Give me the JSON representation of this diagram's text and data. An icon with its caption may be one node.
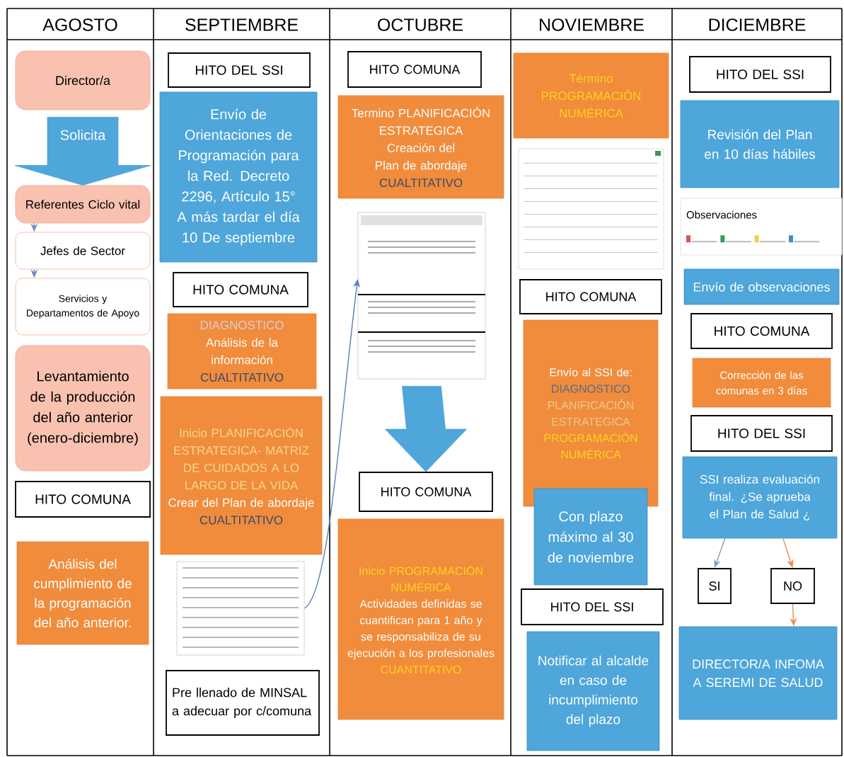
{
  "diagram": {
    "nodes": [
      {
        "text": [
          "Director/a"
        ]
      },
      {
        "text": [
          "Referentes Ciclo vital"
        ]
      },
      {
        "text": [
          "Jefes de Sector"
        ]
      },
      {
        "text": [
          "Servicios y Departamentos de Apoyo"
        ]
      },
      {
        "text": [
          "Levantamiento de la producción del año anterior (enero-diciembre)"
        ]
      },
      {
        "text": [
          "HITO COMUNA"
        ]
      },
      {
        "text": [
          "Análisis del cumplimiento de la programación del año anterior."
        ]
      },
      {
        "text": [
          "HITO DEL SSI"
        ]
      },
      {
        "text": [
          "Envío de Orientaciones de Programación para la Red. Decreto 2296, Artículo 15°",
          "A más tardar el día 10 De septiembre"
        ]
      },
      {
        "text": [
          "HITO COMUNA"
        ]
      },
      {
        "text": [
          "DIAGNOSTICO",
          "Análisis de la información",
          "CUALTITATIVO"
        ]
      },
      {
        "text": [
          "Inicio PLANIFICACIÓN ESTRATEGICA- MATRIZ DE CUIDADOS A LO LARGO DE LA VIDA",
          "Crear del Plan de abordaje",
          "CUALTITATIVO"
        ]
      },
      {
        "text": [],
        "shape": "picture"
      },
      {
        "text": [
          "Pre llenado de MINSAL a adecuar por c/comuna"
        ]
      },
      {
        "text": [
          "HITO COMUNA"
        ]
      },
      {
        "text": [
          "Termino PLANIFICACIÓN ESTRATEGICA",
          "Creación del Plan de abordaje",
          "CUALTITATIVO"
        ]
      },
      {
        "text": [],
        "shape": "picture"
      },
      {
        "text": [
          "HITO COMUNA"
        ]
      },
      {
        "text": [
          "Inicio PROGRAMACIÓN NUMÉRICA",
          "Actividades definidas se cuantifican para 1 año y se responsabiliza de su ejecución a los profesionales",
          "CUANTITATIVO"
        ]
      },
      {
        "text": [
          "Término PROGRAMACIÓN NUMÉRICA"
        ]
      },
      {
        "text": [
          "HITO COMUNA"
        ]
      },
      {
        "text": [
          "Envío al SSI de:",
          "DIAGNOSTICO",
          "PLANIFICACIÓN ESTRATEGICA",
          "PROGRAMACIÓN NUMÉRICA"
        ]
      },
      {
        "text": [
          "Con plazo máximo al 30 de noviembre"
        ]
      },
      {
        "text": [
          "HITO DEL SSI"
        ]
      },
      {
        "text": [
          "Notificar al alcalde en caso de incumplimiento del plazo"
        ]
      },
      {
        "text": [
          "HITO DEL SSI"
        ]
      },
      {
        "text": [
          "Revisión del Plan en 10 días hábiles"
        ]
      },
      {
        "text": [
          "Observaciones"
        ]
      },
      {
        "text": [
          "Envío de observaciones"
        ]
      },
      {
        "text": [
          "HITO COMUNA"
        ]
      },
      {
        "text": [
          "Corrección de las comunas en 3 días"
        ]
      },
      {
        "text": [
          "HITO DEL SSI"
        ]
      },
      {
        "text": [
          "SSI realiza evaluación final. ¿Se aprueba el Plan de Salud ¿"
        ]
      },
      {
        "text": [
          "SI"
        ]
      },
      {
        "text": [
          "NO"
        ]
      },
      {
        "text": [
          "DIRECTOR/A INFOMA A SEREMI DE SALUD"
        ]
      }
    ],
    "edges": [
      {
        "from": 0,
        "to": 1,
        "arrow": "to",
        "label": "Solicita",
        "style": "thick",
        "color": "#4ea6da"
      },
      {
        "from": 1,
        "to": 2,
        "arrow": "to",
        "color": "#6b8fc0"
      },
      {
        "from": 2,
        "to": 3,
        "arrow": "to",
        "color": "#6b8fc0"
      },
      {
        "from": 12,
        "to": 16,
        "arrow": "to",
        "color": "#5a7fb8"
      },
      {
        "from": 16,
        "to": 17,
        "arrow": "to",
        "style": "thick",
        "color": "#4ea6da"
      },
      {
        "from": 32,
        "to": 33,
        "arrow": "to",
        "color": "#7f9fc0"
      },
      {
        "from": 32,
        "to": 34,
        "arrow": "to",
        "color": "#f08c50"
      },
      {
        "from": 34,
        "to": 35,
        "arrow": "to",
        "color": "#f08c50"
      }
    ],
    "labels": [
      "AGOSTO",
      "SEPTIEMBRE",
      "OCTUBRE",
      "NOVIEMBRE",
      "DICIEMBRE"
    ]
  }
}
